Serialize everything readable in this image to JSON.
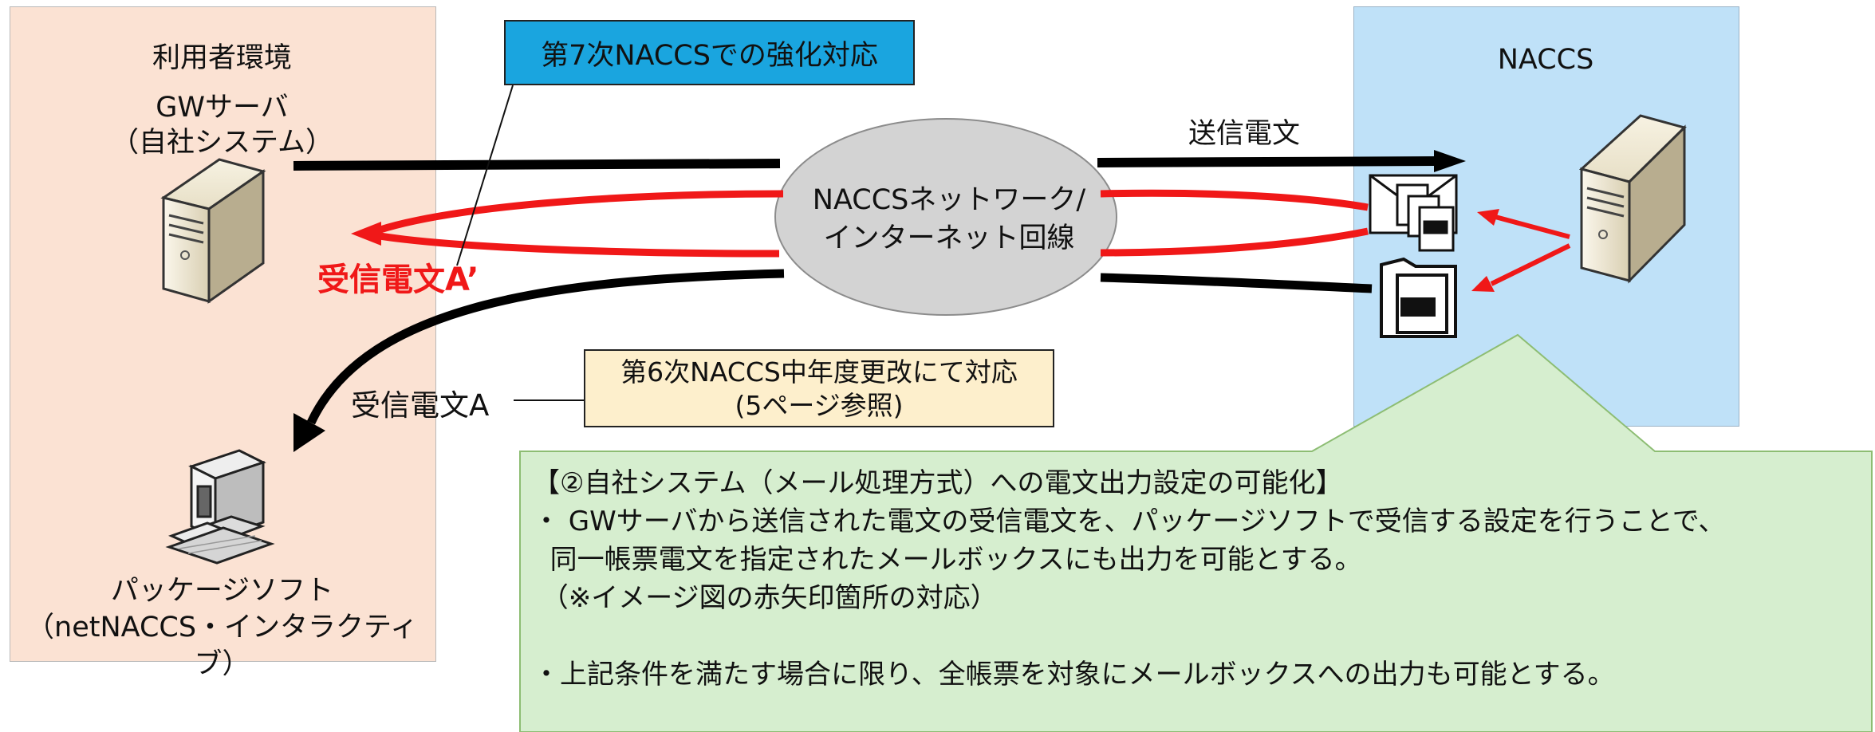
{
  "user_env": {
    "title": "利用者環境",
    "gw_line1": "GWサーバ",
    "gw_line2": "（自社システム）",
    "pkg_line1": "パッケージソフト",
    "pkg_line2": "（netNACCS・インタラクティブ）"
  },
  "naccs": {
    "title": "NACCS"
  },
  "network": {
    "line1": "NACCSネットワーク/",
    "line2": "インターネット回線"
  },
  "send_label": "送信電文",
  "recv_a_prime": "受信電文A’",
  "recv_a": "受信電文A",
  "enhance_box": "第7次NACCSでの強化対応",
  "note_box": {
    "line1": "第6次NACCS中年度更改にて対応",
    "line2": "(5ページ参照)"
  },
  "callout": {
    "line1": "【②自社システム（メール処理方式）への電文出力設定の可能化】",
    "line2": "・ GWサーバから送信された電文の受信電文を、パッケージソフトで受信する設定を行うことで、",
    "line3": "  同一帳票電文を指定されたメールボックスにも出力を可能とする。",
    "line4": " （※イメージ図の赤矢印箇所の対応）",
    "line5": "・上記条件を満たす場合に限り、全帳票を対象にメールボックスへの出力も可能とする。"
  },
  "icons": {
    "server_left": "server-icon",
    "server_right": "server-icon",
    "pc": "desktop-pc-icon",
    "mail_files": "mail-txt-files-icon",
    "folder": "txt-folder-icon"
  },
  "colors": {
    "red": "#f01818",
    "black": "#000000",
    "callout_bg": "#d6eecf",
    "callout_border": "#8dbd73"
  }
}
